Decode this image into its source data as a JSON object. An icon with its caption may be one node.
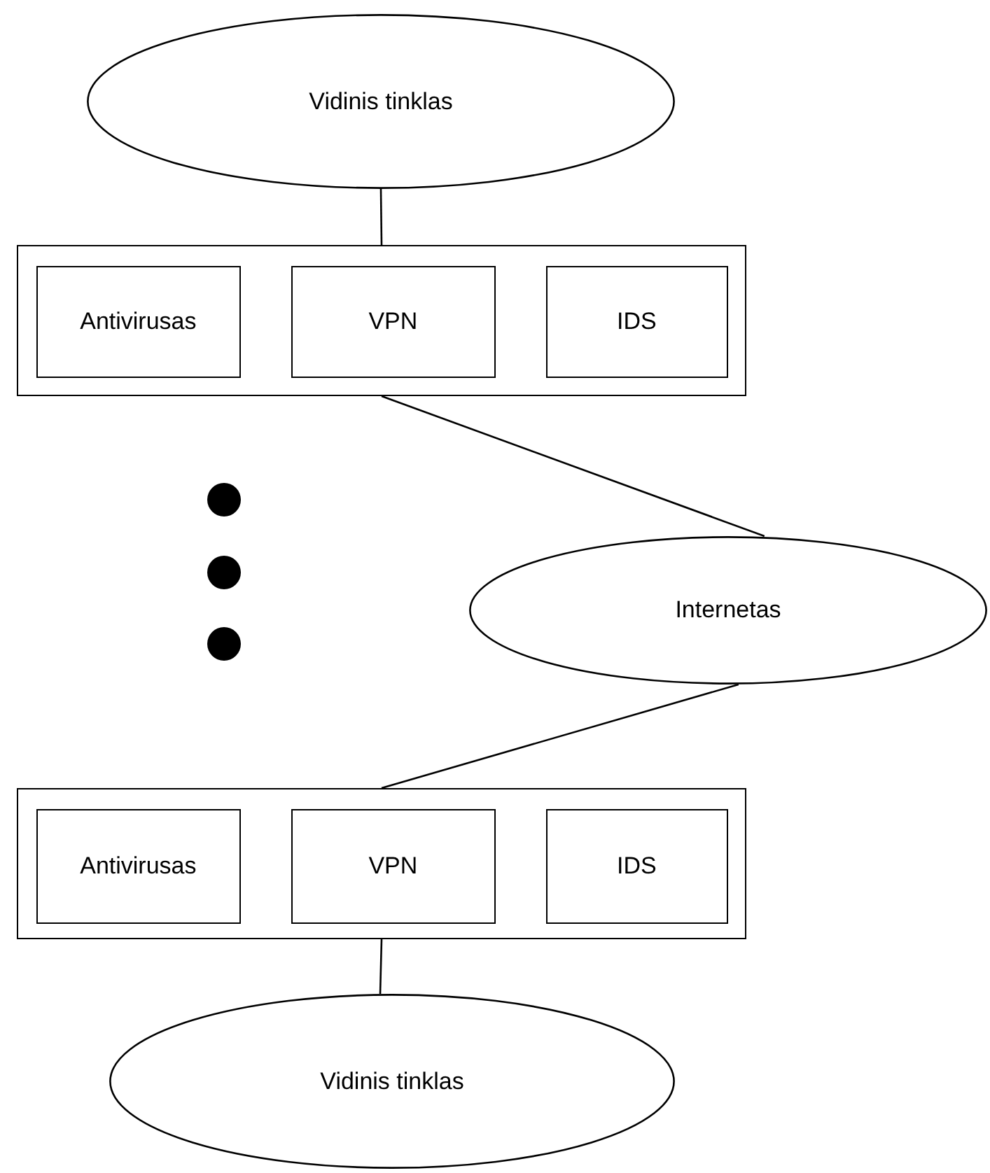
{
  "diagram": {
    "nodes": [
      {
        "text": [
          "Vidinis tinklas"
        ]
      },
      {
        "text": [],
        "shape": "box"
      },
      {
        "text": [
          "Antivirusas"
        ],
        "in": 1
      },
      {
        "text": [
          "VPN"
        ],
        "in": 1
      },
      {
        "text": [
          "IDS"
        ],
        "in": 1
      },
      {
        "text": [
          "Internetas"
        ]
      },
      {
        "text": [],
        "shape": "box"
      },
      {
        "text": [
          "Antivirusas"
        ],
        "in": 6
      },
      {
        "text": [
          "VPN"
        ],
        "in": 6
      },
      {
        "text": [
          "IDS"
        ],
        "in": 6
      },
      {
        "text": [
          "Vidinis tinklas"
        ]
      }
    ],
    "edges": [
      {
        "from": 0,
        "to": 1,
        "arrow": "none"
      },
      {
        "from": 1,
        "to": 5,
        "arrow": "none"
      },
      {
        "from": 5,
        "to": 6,
        "arrow": "none"
      },
      {
        "from": 6,
        "to": 10,
        "arrow": "none"
      }
    ]
  }
}
